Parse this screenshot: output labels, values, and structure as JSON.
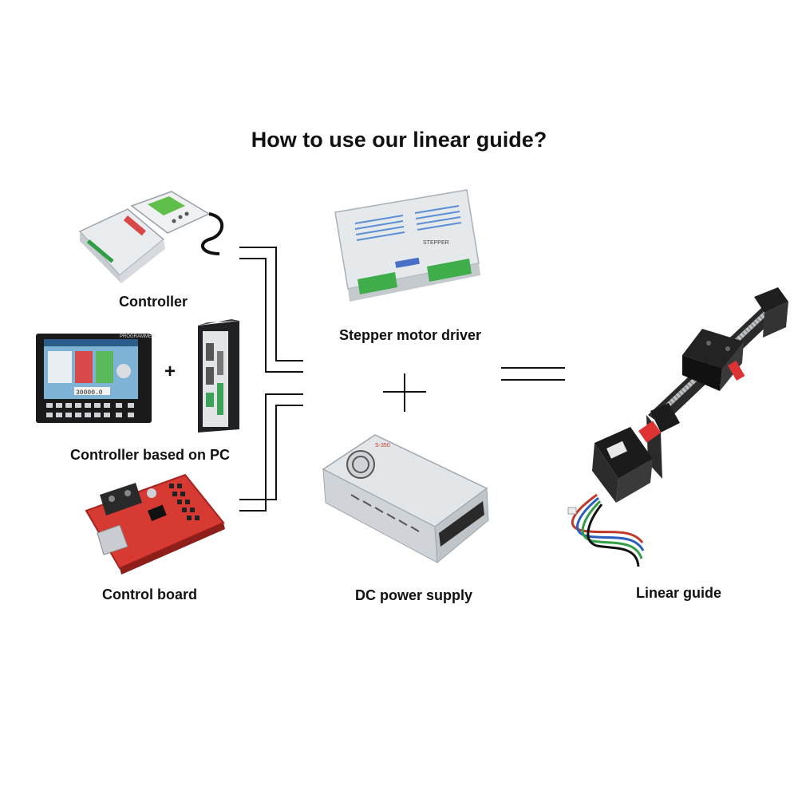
{
  "title": "How to use our linear guide?",
  "labels": {
    "controller": "Controller",
    "controller_pc": "Controller based on PC",
    "control_board": "Control board",
    "stepper_driver": "Stepper motor driver",
    "power_supply": "DC power supply",
    "linear_guide": "Linear guide"
  },
  "symbols": {
    "plus_small": "+"
  },
  "device_text": {
    "pc_window_title": "PROGRAMMER",
    "pc_value": "30000.0",
    "driver_brand": "STEPPER",
    "psu_brand": "S-350"
  }
}
